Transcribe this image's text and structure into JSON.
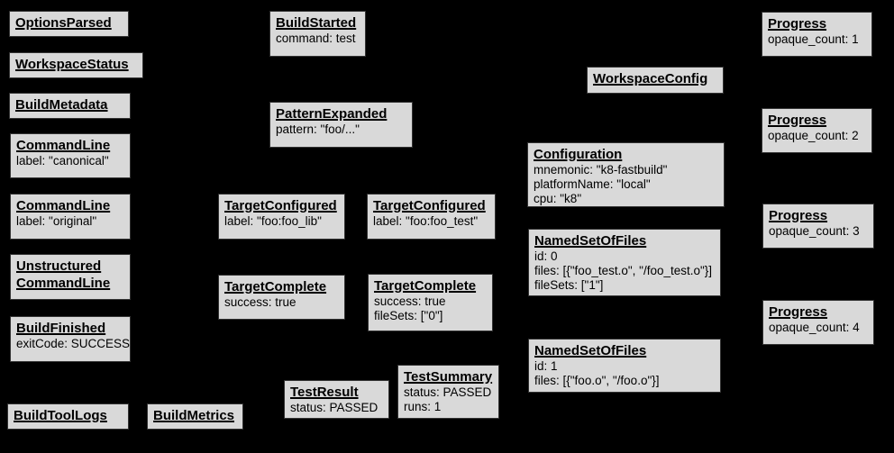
{
  "diagram": {
    "background": "#000000",
    "box_fill": "#d9d9d9",
    "box_border": "#333333",
    "text_color": "#000000",
    "description": "Bazel Build Event Protocol events diagram"
  },
  "boxes": {
    "options_parsed": {
      "title": "OptionsParsed"
    },
    "workspace_status": {
      "title": "WorkspaceStatus"
    },
    "build_metadata": {
      "title": "BuildMetadata"
    },
    "command_line_canonical": {
      "title": "CommandLine",
      "attrs": [
        "label: \"canonical\""
      ]
    },
    "command_line_original": {
      "title": "CommandLine",
      "attrs": [
        "label: \"original\""
      ]
    },
    "unstructured_command_line": {
      "title_lines": [
        "Unstructured",
        "CommandLine"
      ]
    },
    "build_finished": {
      "title": "BuildFinished",
      "attrs": [
        "exitCode: SUCCESS"
      ]
    },
    "build_tool_logs": {
      "title": "BuildToolLogs"
    },
    "build_metrics": {
      "title": "BuildMetrics"
    },
    "build_started": {
      "title": "BuildStarted",
      "attrs": [
        "command: test"
      ]
    },
    "pattern_expanded": {
      "title": "PatternExpanded",
      "attrs": [
        "pattern: \"foo/...\""
      ]
    },
    "target_configured_lib": {
      "title": "TargetConfigured",
      "attrs": [
        "label: \"foo:foo_lib\""
      ]
    },
    "target_configured_test": {
      "title": "TargetConfigured",
      "attrs": [
        "label: \"foo:foo_test\""
      ]
    },
    "target_complete_lib": {
      "title": "TargetComplete",
      "attrs": [
        "success: true"
      ]
    },
    "target_complete_test": {
      "title": "TargetComplete",
      "attrs": [
        "success: true",
        "fileSets: [\"0\"]"
      ]
    },
    "test_result": {
      "title": "TestResult",
      "attrs": [
        "status: PASSED"
      ]
    },
    "test_summary": {
      "title": "TestSummary",
      "attrs": [
        "status: PASSED",
        "runs: 1"
      ]
    },
    "workspace_config": {
      "title": "WorkspaceConfig"
    },
    "configuration": {
      "title": "Configuration",
      "attrs": [
        "mnemonic: \"k8-fastbuild\"",
        "platformName: \"local\"",
        "cpu: \"k8\""
      ]
    },
    "named_set_of_files_0": {
      "title": "NamedSetOfFiles",
      "attrs": [
        "id: 0",
        "files: [{\"foo_test.o\", \"/foo_test.o\"}]",
        "fileSets: [\"1\"]"
      ]
    },
    "named_set_of_files_1": {
      "title": "NamedSetOfFiles",
      "attrs": [
        "id: 1",
        "files: [{\"foo.o\", \"/foo.o\"}]"
      ]
    },
    "progress_1": {
      "title": "Progress",
      "attrs": [
        "opaque_count: 1"
      ]
    },
    "progress_2": {
      "title": "Progress",
      "attrs": [
        "opaque_count: 2"
      ]
    },
    "progress_3": {
      "title": "Progress",
      "attrs": [
        "opaque_count: 3"
      ]
    },
    "progress_4": {
      "title": "Progress",
      "attrs": [
        "opaque_count: 4"
      ]
    }
  }
}
